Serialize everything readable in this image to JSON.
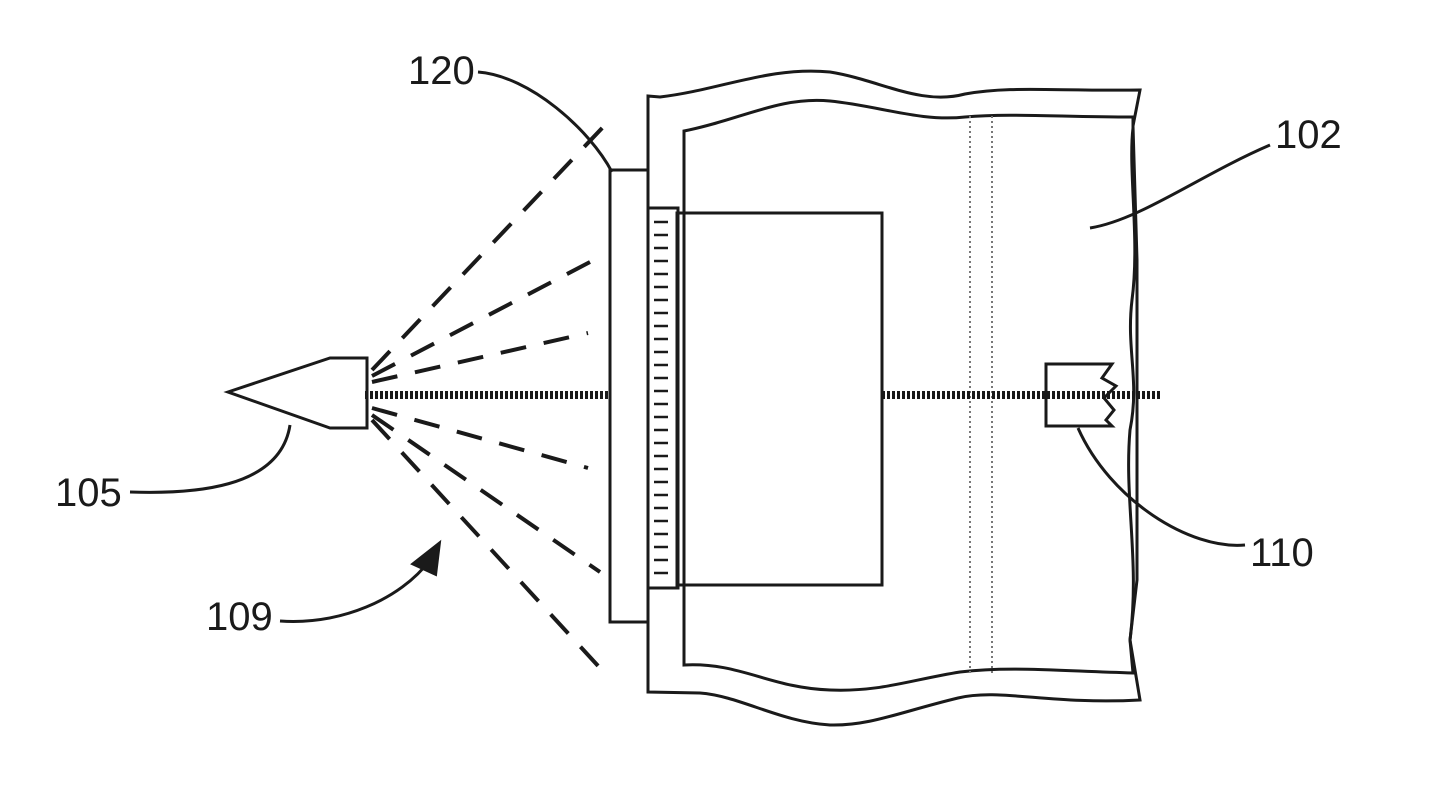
{
  "labels": {
    "nozzle": "105",
    "spray": "109",
    "shield": "120",
    "body": "102",
    "target": "110"
  },
  "colors": {
    "ink": "#1a1a1a",
    "paper": "#ffffff",
    "speckle": "#555555"
  }
}
